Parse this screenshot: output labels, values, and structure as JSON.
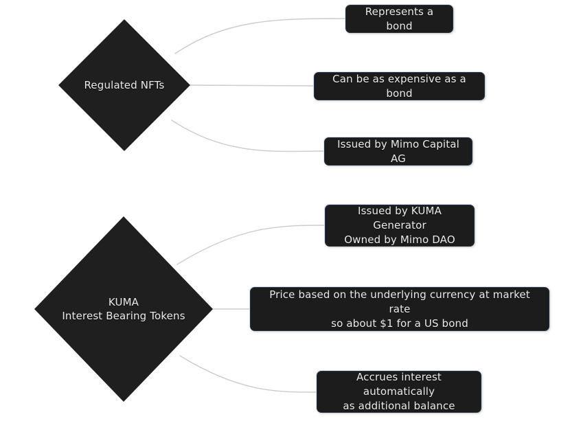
{
  "diagram": {
    "type": "mindmap-flowchart",
    "background_color": "#ffffff",
    "node_fill_color": "#1f1f1f",
    "node_text_color": "#e9e9e9",
    "edge_color": "#cbcbcb",
    "roots": [
      {
        "id": "regulated-nfts",
        "label": "Regulated NFTs",
        "shape": "diamond",
        "children": [
          {
            "id": "represents-a-bond",
            "label": "Represents a bond",
            "shape": "rounded-rect"
          },
          {
            "id": "can-be-as-expensive-as-a-bond",
            "label": "Can be as expensive as a bond",
            "shape": "rounded-rect"
          },
          {
            "id": "issued-by-mimo-capital-ag",
            "label": "Issued by Mimo Capital AG",
            "shape": "rounded-rect"
          }
        ]
      },
      {
        "id": "kuma-interest-bearing-tokens",
        "label": "KUMA\nInterest Bearing Tokens",
        "shape": "diamond",
        "children": [
          {
            "id": "issued-by-kuma-generator",
            "label": "Issued by KUMA Generator\nOwned by Mimo DAO",
            "shape": "rounded-rect"
          },
          {
            "id": "price-based-on-underlying-currency",
            "label": "Price based on the underlying currency at market rate\nso about $1 for a US bond",
            "shape": "rounded-rect"
          },
          {
            "id": "accrues-interest-automatically",
            "label": "Accrues interest automatically\nas additional balance",
            "shape": "rounded-rect"
          }
        ]
      }
    ]
  }
}
